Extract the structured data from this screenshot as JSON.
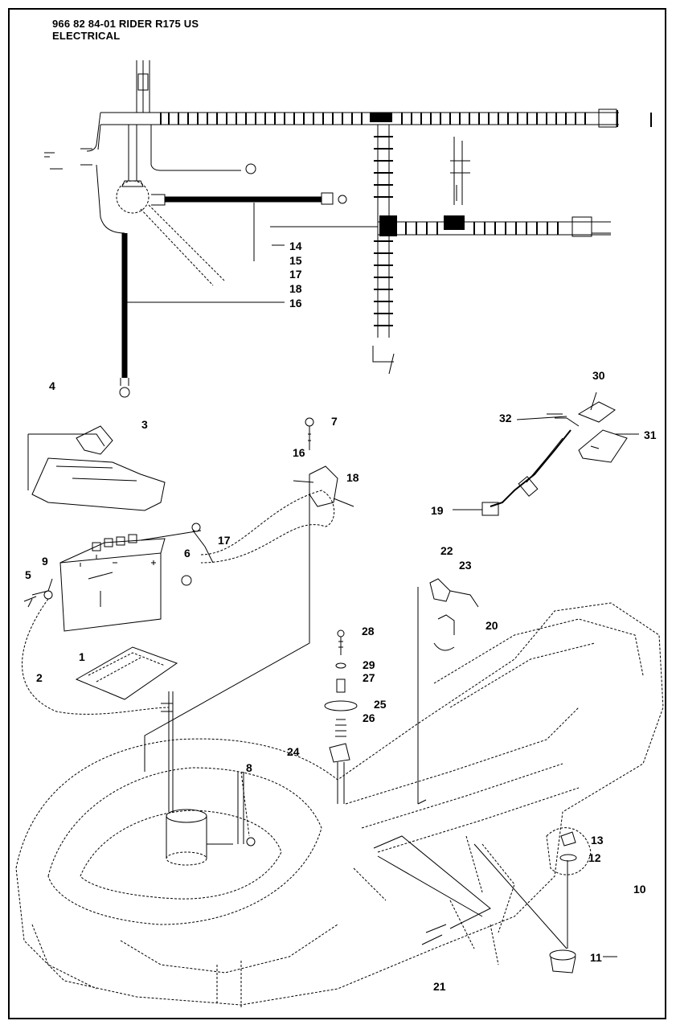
{
  "header": {
    "line1": "966 82 84-01 RIDER R175 US",
    "line2": "ELECTRICAL"
  },
  "callouts": [
    {
      "id": "c1",
      "text": "1"
    },
    {
      "id": "c2",
      "text": "2"
    },
    {
      "id": "c3",
      "text": "3"
    },
    {
      "id": "c4",
      "text": "4"
    },
    {
      "id": "c5",
      "text": "5"
    },
    {
      "id": "c6",
      "text": "6"
    },
    {
      "id": "c7",
      "text": "7"
    },
    {
      "id": "c8",
      "text": "8"
    },
    {
      "id": "c9",
      "text": "9"
    },
    {
      "id": "c10",
      "text": "10"
    },
    {
      "id": "c11",
      "text": "11"
    },
    {
      "id": "c12",
      "text": "12"
    },
    {
      "id": "c13",
      "text": "13"
    },
    {
      "id": "c14",
      "text": "14"
    },
    {
      "id": "c15",
      "text": "15"
    },
    {
      "id": "c16a",
      "text": "16"
    },
    {
      "id": "c16b",
      "text": "16"
    },
    {
      "id": "c17a",
      "text": "17"
    },
    {
      "id": "c17b",
      "text": "17"
    },
    {
      "id": "c18a",
      "text": "18"
    },
    {
      "id": "c18b",
      "text": "18"
    },
    {
      "id": "c19",
      "text": "19"
    },
    {
      "id": "c20",
      "text": "20"
    },
    {
      "id": "c21",
      "text": "21"
    },
    {
      "id": "c22",
      "text": "22"
    },
    {
      "id": "c23",
      "text": "23"
    },
    {
      "id": "c24",
      "text": "24"
    },
    {
      "id": "c25",
      "text": "25"
    },
    {
      "id": "c26",
      "text": "26"
    },
    {
      "id": "c27",
      "text": "27"
    },
    {
      "id": "c28",
      "text": "28"
    },
    {
      "id": "c29",
      "text": "29"
    },
    {
      "id": "c30",
      "text": "30"
    },
    {
      "id": "c31",
      "text": "31"
    },
    {
      "id": "c32",
      "text": "32"
    }
  ]
}
